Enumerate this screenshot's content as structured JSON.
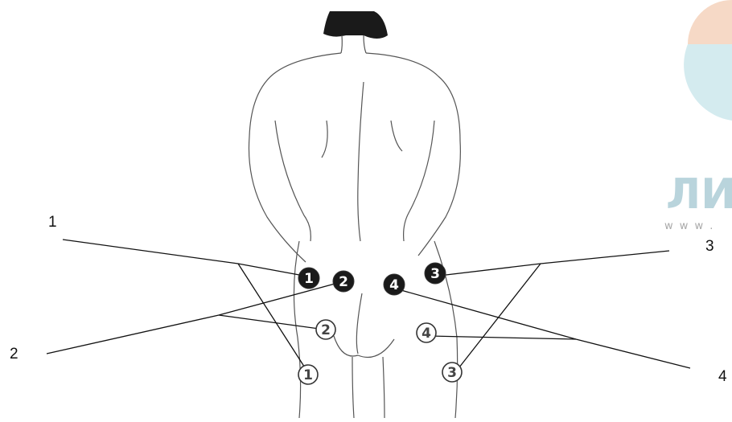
{
  "diagram": {
    "callouts": [
      "1",
      "2",
      "3",
      "4"
    ],
    "points": {
      "upper": [
        "1",
        "2",
        "4",
        "3"
      ],
      "lower": [
        "2",
        "4",
        "1",
        "3"
      ]
    },
    "watermark": {
      "brand": "ЛИ",
      "url": "w w w ."
    },
    "colors": {
      "ink": "#1a1a1a",
      "outline": "#555555",
      "watermark_orange": "#f6d9c6",
      "watermark_teal": "#d4ebef"
    }
  }
}
